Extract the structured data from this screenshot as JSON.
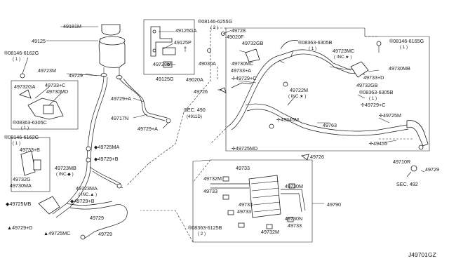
{
  "diagram_code": "J49701GZ",
  "labels": [
    {
      "id": "p49181m",
      "text": "49181M"
    },
    {
      "id": "p49125",
      "text": "49125"
    },
    {
      "id": "p08146_6162g_a",
      "text": "®08146-6162G"
    },
    {
      "id": "p08146_6162g_a_q",
      "text": "( 1 )"
    },
    {
      "id": "p49723m",
      "text": "49723M"
    },
    {
      "id": "p49729_a",
      "text": "49729"
    },
    {
      "id": "p49732ga",
      "text": "49732GA"
    },
    {
      "id": "p49733c_a",
      "text": "49733+C"
    },
    {
      "id": "p49730md",
      "text": "49730MD"
    },
    {
      "id": "p08363_6305c",
      "text": "®08363-6305C"
    },
    {
      "id": "p08363_6305c_q",
      "text": "( 1 )"
    },
    {
      "id": "p08146_6162g_b",
      "text": "®08146-6162G"
    },
    {
      "id": "p08146_6162g_b_q",
      "text": "( 1 )"
    },
    {
      "id": "p49733b_a",
      "text": "49733+B"
    },
    {
      "id": "p49732g",
      "text": "49732G"
    },
    {
      "id": "p49730ma",
      "text": "49730MA"
    },
    {
      "id": "p49725mb",
      "text": "◆49725MB"
    },
    {
      "id": "p49729d",
      "text": "▲49729+D"
    },
    {
      "id": "p49725mc",
      "text": "▲49725MC"
    },
    {
      "id": "p49125ga",
      "text": "49125GA"
    },
    {
      "id": "p49125p",
      "text": "49125P"
    },
    {
      "id": "p49728m",
      "text": "49728M"
    },
    {
      "id": "p49125g",
      "text": "49125G"
    },
    {
      "id": "p49729a_a",
      "text": "49729+A"
    },
    {
      "id": "p49717n",
      "text": "49717N"
    },
    {
      "id": "p49729a_b",
      "text": "49729+A"
    },
    {
      "id": "p49725ma",
      "text": "◆49725MA"
    },
    {
      "id": "p49729b_a",
      "text": "◆49729+B"
    },
    {
      "id": "p49723mb",
      "text": "49723MB"
    },
    {
      "id": "p49723mb_inc",
      "text": "( INC.◆ )"
    },
    {
      "id": "p49723ma",
      "text": "49723MA"
    },
    {
      "id": "p49723ma_inc",
      "text": "( INC.▲ )"
    },
    {
      "id": "p49729b_b",
      "text": "◆49729+B"
    },
    {
      "id": "p49729_b",
      "text": "49729"
    },
    {
      "id": "p49729_c",
      "text": "49729"
    },
    {
      "id": "p08146_6255g",
      "text": "®08146-6255G"
    },
    {
      "id": "p08146_6255g_q",
      "text": "( 2 )"
    },
    {
      "id": "p49728",
      "text": "49728"
    },
    {
      "id": "p49020f",
      "text": "49020F"
    },
    {
      "id": "p49732gb_a",
      "text": "49732GB"
    },
    {
      "id": "p49030a",
      "text": "49030A"
    },
    {
      "id": "p49730mc",
      "text": "49730MC"
    },
    {
      "id": "p49733a",
      "text": "49733+A"
    },
    {
      "id": "p49729c_a",
      "text": "✢49729+C"
    },
    {
      "id": "p49020a",
      "text": "49020A"
    },
    {
      "id": "p49726_a",
      "text": "49726"
    },
    {
      "id": "psec490",
      "text": "SEC. 490"
    },
    {
      "id": "psec490_sub",
      "text": "(4911D)"
    },
    {
      "id": "p08363_6305b_a",
      "text": "®08363-6305B"
    },
    {
      "id": "p08363_6305b_a_q",
      "text": "( 1 )"
    },
    {
      "id": "p49723mc",
      "text": "49723MC"
    },
    {
      "id": "p49723mc_inc",
      "text": "( INC.★ )"
    },
    {
      "id": "p08146_6165g",
      "text": "®08146-6165G"
    },
    {
      "id": "p08146_6165g_q",
      "text": "( 1 )"
    },
    {
      "id": "p49730mb",
      "text": "49730MB"
    },
    {
      "id": "p49733d",
      "text": "49733+D"
    },
    {
      "id": "p49732gb_b",
      "text": "49732GB"
    },
    {
      "id": "p08363_6305b_b",
      "text": "®08363-6305B"
    },
    {
      "id": "p08363_6305b_b_q",
      "text": "( 1 )"
    },
    {
      "id": "p49729c_b",
      "text": "✢49729+C"
    },
    {
      "id": "p49722m",
      "text": "49722M"
    },
    {
      "id": "p49722m_inc",
      "text": "( INC.★ )"
    },
    {
      "id": "p49345m",
      "text": "✢49345M"
    },
    {
      "id": "p49763",
      "text": "49763"
    },
    {
      "id": "p49725md",
      "text": "✢49725MD"
    },
    {
      "id": "p49726_b",
      "text": "49726"
    },
    {
      "id": "p49725m",
      "text": "✢49725M"
    },
    {
      "id": "p49455",
      "text": "✢49455"
    },
    {
      "id": "p49710r",
      "text": "49710R"
    },
    {
      "id": "p49729_d",
      "text": "49729"
    },
    {
      "id": "psec492",
      "text": "SEC. 492"
    },
    {
      "id": "p49733_1",
      "text": "49733"
    },
    {
      "id": "p49732m_a",
      "text": "49732M"
    },
    {
      "id": "p49730m",
      "text": "49730M"
    },
    {
      "id": "p49733_2",
      "text": "49733"
    },
    {
      "id": "p49733_3",
      "text": "49733"
    },
    {
      "id": "p49733_4",
      "text": "49733"
    },
    {
      "id": "p49733_5",
      "text": "49733"
    },
    {
      "id": "p49790",
      "text": "49790"
    },
    {
      "id": "p49730n",
      "text": "49730N"
    },
    {
      "id": "p08363_6125b",
      "text": "®08363-6125B"
    },
    {
      "id": "p08363_6125b_q",
      "text": "( 2 )"
    },
    {
      "id": "p49732m_b",
      "text": "49732M"
    }
  ]
}
